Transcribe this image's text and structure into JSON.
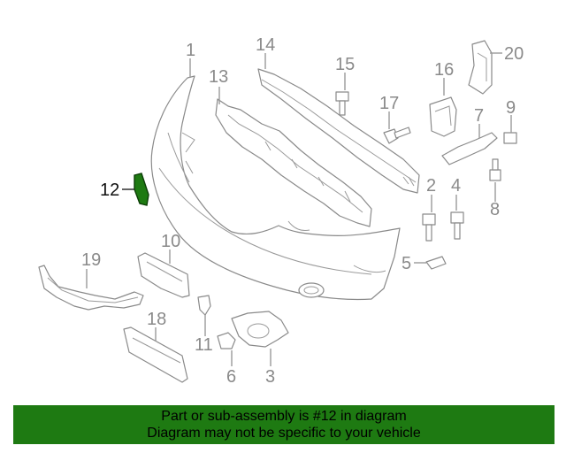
{
  "callouts": {
    "c1": "1",
    "c2": "2",
    "c3": "3",
    "c4": "4",
    "c5": "5",
    "c6": "6",
    "c7": "7",
    "c8": "8",
    "c9": "9",
    "c10": "10",
    "c11": "11",
    "c12": "12",
    "c13": "13",
    "c14": "14",
    "c15": "15",
    "c16": "16",
    "c17": "17",
    "c18": "18",
    "c19": "19",
    "c20": "20"
  },
  "highlighted_part": "12",
  "colors": {
    "highlight": "#1e7a12",
    "outline": "#8a8a8a",
    "banner": "#1e7a12"
  },
  "banner": {
    "line1": "Part or sub-assembly is #12 in diagram",
    "line2": "Diagram may not be specific to your vehicle"
  }
}
